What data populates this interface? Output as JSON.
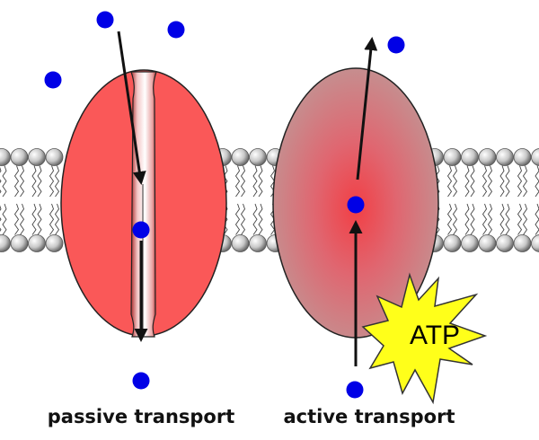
{
  "labels": {
    "passive": "passive transport",
    "active": "active transport",
    "atp": "ATP"
  },
  "colors": {
    "passive_protein": "#fa5858",
    "active_protein_center": "#f04848",
    "active_protein_edge": "#c89090",
    "molecule": "#0000e6",
    "arrow": "#111111",
    "atp_star": "#ffff1a",
    "lipid_head": "#cccccc"
  },
  "icons": {
    "molecule": "blue-dot-molecule",
    "energy": "atp-starburst"
  }
}
